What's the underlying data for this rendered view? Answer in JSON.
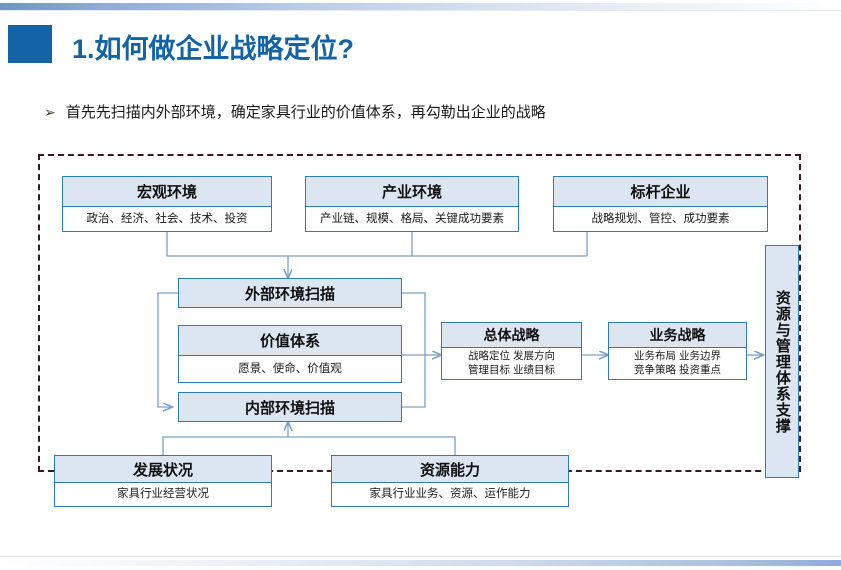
{
  "slide": {
    "title": "1.如何做企业战略定位?",
    "bullet_marker": "➢",
    "bullet_text": "首先先扫描内外部环境，确定家具行业的价值体系，再勾勒出企业的战略",
    "accent_color": "#1464a5",
    "card_border_color": "#2b7cb8",
    "card_header_fill": "#dce6f2",
    "dashed_border_color": "#3d1526"
  },
  "top_row": [
    {
      "title": "宏观环境",
      "detail": "政治、经济、社会、技术、投资"
    },
    {
      "title": "产业环境",
      "detail": "产业链、规模、格局、关键成功要素"
    },
    {
      "title": "标杆企业",
      "detail": "战略规划、管控、成功要素"
    }
  ],
  "middle_column": {
    "external_scan": "外部环境扫描",
    "value_system": {
      "title": "价值体系",
      "detail": "愿景、使命、价值观"
    },
    "internal_scan": "内部环境扫描"
  },
  "strategy": [
    {
      "title": "总体战略",
      "line1": "战略定位  发展方向",
      "line2": "管理目标  业绩目标"
    },
    {
      "title": "业务战略",
      "line1": "业务布局  业务边界",
      "line2": "竞争策略  投资重点"
    }
  ],
  "bottom_row": [
    {
      "title": "发展状况",
      "detail": "家具行业经营状况"
    },
    {
      "title": "资源能力",
      "detail": "家具行业业务、资源、运作能力"
    }
  ],
  "support_panel": {
    "label": "资源与管理体系支撑"
  }
}
